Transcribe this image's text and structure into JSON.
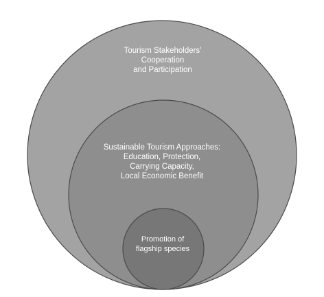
{
  "diagram": {
    "outer": {
      "lines": [
        "Tourism Stakeholders'",
        "Cooperation",
        "and Participation"
      ],
      "fill": "#a3a3a3"
    },
    "middle": {
      "lines": [
        "Sustainable Tourism Approaches:",
        "Education, Protection,",
        "Carrying Capacity,",
        "Local Economic Benefit"
      ],
      "fill": "#8e8e8e"
    },
    "inner": {
      "lines": [
        "Promotion of",
        "flagship species"
      ],
      "fill": "#777777"
    },
    "stroke_color": "#4a4a4a"
  }
}
